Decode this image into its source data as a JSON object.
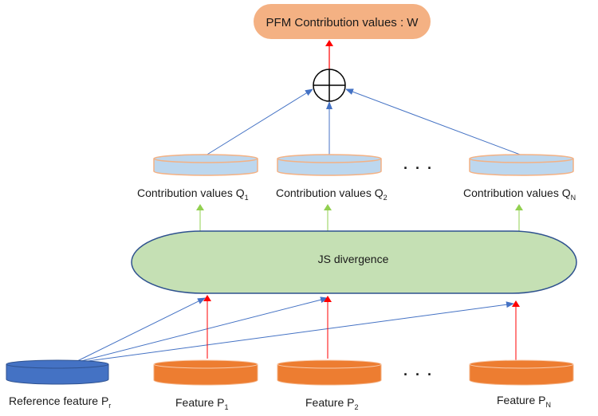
{
  "output_node": {
    "label": "PFM Contribution values : W",
    "color": "#f4b183"
  },
  "sum_node": {
    "symbol": "circle-plus"
  },
  "contribution_nodes": [
    {
      "label": "Contribution values Q",
      "sub": "1"
    },
    {
      "label": "Contribution values Q",
      "sub": "2"
    },
    {
      "label": "Contribution values Q",
      "sub": "N"
    }
  ],
  "contribution_ellipsis": "· · ·",
  "js_node": {
    "label": "JS divergence",
    "color": "#c5e0b4"
  },
  "reference_node": {
    "label": "Reference feature P",
    "sub": "r",
    "color": "#4472c4"
  },
  "feature_nodes": [
    {
      "label": "Feature P",
      "sub": "1"
    },
    {
      "label": "Feature P",
      "sub": "2"
    },
    {
      "label": "Feature P",
      "sub": "N"
    }
  ],
  "feature_ellipsis": "· · ·",
  "colors": {
    "feature": "#ed7d31",
    "contribution_fill": "#bdd7ee",
    "contribution_border": "#f4b183",
    "arrow_red": "#ff0000",
    "arrow_green": "#92d050",
    "arrow_blue": "#4472c4",
    "outline": "#2f528f"
  }
}
